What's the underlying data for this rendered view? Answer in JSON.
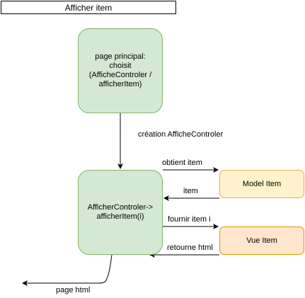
{
  "title": "Afficher item",
  "nodes": {
    "main": "page principal:\nchoisit\n(AfficheControler /\nafficherItem)",
    "controller": "AfficherControler->\nafficherItem(i)",
    "model": "Model Item",
    "vue": "Vue Item"
  },
  "edges": {
    "creation": "création AfficheControler",
    "obtient": "obtient item",
    "item": "item",
    "fournir": "fournir item i",
    "retourne": "retourne html",
    "page_html": "page html"
  },
  "colors": {
    "green_fill": "#d5e8d4",
    "green_border": "#82b366",
    "yellow_fill": "#fff2cc",
    "yellow_border": "#d6b656",
    "orange_fill": "#ffe6cc",
    "orange_border": "#d79b00"
  }
}
